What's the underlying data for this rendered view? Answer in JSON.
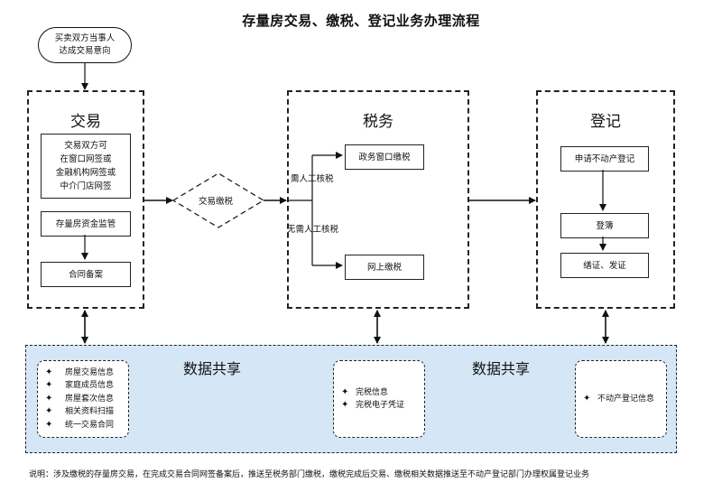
{
  "title": "存量房交易、缴税、登记业务办理流程",
  "start_node": {
    "line1": "买卖双方当事人",
    "line2": "达成交易意向"
  },
  "panels": {
    "trade": {
      "title": "交易",
      "steps": [
        {
          "lines": [
            "交易双方可",
            "在窗口网签或",
            "金融机构网签或",
            "中介门店网签"
          ]
        },
        {
          "lines": [
            "存量房资金监管"
          ]
        },
        {
          "lines": [
            "合同备案"
          ]
        }
      ]
    },
    "tax": {
      "title": "税务",
      "branches": [
        {
          "condition": "需人工核税",
          "step": "政务窗口缴税"
        },
        {
          "condition": "无需人工核税",
          "step": "网上缴税"
        }
      ]
    },
    "register": {
      "title": "登记",
      "steps": [
        "申请不动产登记",
        "登簿",
        "缮证、发证"
      ]
    }
  },
  "decision": {
    "label": "交易缴税"
  },
  "data_sharing": {
    "title_left": "数据共享",
    "title_right": "数据共享",
    "bullet": "✦",
    "groups": [
      {
        "items": [
          "房屋交易信息",
          "家庭成员信息",
          "房屋套次信息",
          "相关资料扫描",
          "统一交易合同"
        ]
      },
      {
        "items": [
          "完税信息",
          "完税电子凭证"
        ]
      },
      {
        "items": [
          "不动产登记信息"
        ]
      }
    ]
  },
  "note": "说明：涉及缴税的存量房交易，在完成交易合同网签备案后，推送至税务部门缴税，缴税完成后交易、缴税相关数据推送至不动产登记部门办理权属登记业务"
}
